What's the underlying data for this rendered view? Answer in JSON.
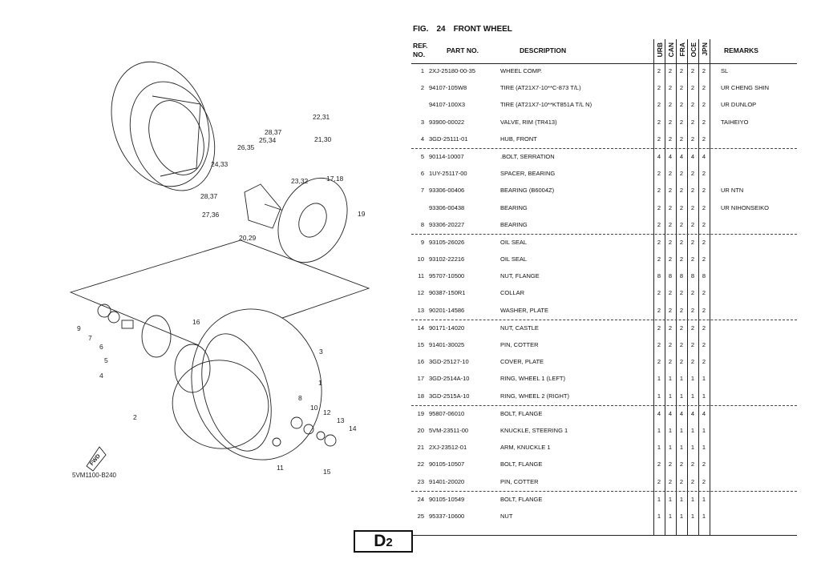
{
  "figure": {
    "label": "FIG.",
    "number": "24",
    "title": "FRONT WHEEL"
  },
  "diagram": {
    "code": "5VM1100-B240",
    "fwd_label": "FWD",
    "callouts": [
      "22,31",
      "21,30",
      "28,37",
      "25,34",
      "26,35",
      "24,33",
      "23,32",
      "17,18",
      "28,37",
      "27,36",
      "20,29",
      "19",
      "16",
      "3",
      "1",
      "2",
      "9",
      "7",
      "6",
      "5",
      "4",
      "8",
      "10",
      "12",
      "13",
      "14",
      "11",
      "15"
    ]
  },
  "table": {
    "headers": {
      "ref_line1": "REF.",
      "ref_line2": "NO.",
      "part": "PART NO.",
      "desc": "DESCRIPTION",
      "remarks": "REMARKS"
    },
    "codes": [
      "URB",
      "CAN",
      "FRA",
      "OCE",
      "JPN"
    ],
    "rows": [
      {
        "ref": "1",
        "part": "2XJ-25180-00-35",
        "desc": "WHEEL COMP.",
        "q": [
          "2",
          "2",
          "2",
          "2",
          "2"
        ],
        "rem": "SL"
      },
      {
        "ref": "2",
        "part": "94107-105W8",
        "desc": "TIRE (AT21X7-10**C-873 T/L)",
        "q": [
          "2",
          "2",
          "2",
          "2",
          "2"
        ],
        "rem": "UR CHENG SHIN"
      },
      {
        "ref": "",
        "part": "94107-100X3",
        "desc": "TIRE (AT21X7-10**KT851A T/L N)",
        "q": [
          "2",
          "2",
          "2",
          "2",
          "2"
        ],
        "rem": "UR DUNLOP"
      },
      {
        "ref": "3",
        "part": "93900-00022",
        "desc": "VALVE, RIM (TR413)",
        "q": [
          "2",
          "2",
          "2",
          "2",
          "2"
        ],
        "rem": "TAIHEIYO"
      },
      {
        "ref": "4",
        "part": "3GD-25111-01",
        "desc": "HUB, FRONT",
        "q": [
          "2",
          "2",
          "2",
          "2",
          "2"
        ],
        "rem": ""
      },
      {
        "ref": "5",
        "part": "90114-10007",
        "desc": ".BOLT, SERRATION",
        "q": [
          "4",
          "4",
          "4",
          "4",
          "4"
        ],
        "rem": ""
      },
      {
        "ref": "6",
        "part": "1UY-25117-00",
        "desc": "SPACER, BEARING",
        "q": [
          "2",
          "2",
          "2",
          "2",
          "2"
        ],
        "rem": ""
      },
      {
        "ref": "7",
        "part": "93306-00406",
        "desc": "BEARING (B6004Z)",
        "q": [
          "2",
          "2",
          "2",
          "2",
          "2"
        ],
        "rem": "UR NTN"
      },
      {
        "ref": "",
        "part": "93306-00438",
        "desc": "BEARING",
        "q": [
          "2",
          "2",
          "2",
          "2",
          "2"
        ],
        "rem": "UR NIHONSEIKO"
      },
      {
        "ref": "8",
        "part": "93306-20227",
        "desc": "BEARING",
        "q": [
          "2",
          "2",
          "2",
          "2",
          "2"
        ],
        "rem": ""
      },
      {
        "ref": "9",
        "part": "93105-26026",
        "desc": "OIL SEAL",
        "q": [
          "2",
          "2",
          "2",
          "2",
          "2"
        ],
        "rem": ""
      },
      {
        "ref": "10",
        "part": "93102-22216",
        "desc": "OIL SEAL",
        "q": [
          "2",
          "2",
          "2",
          "2",
          "2"
        ],
        "rem": ""
      },
      {
        "ref": "11",
        "part": "95707-10500",
        "desc": "NUT, FLANGE",
        "q": [
          "8",
          "8",
          "8",
          "8",
          "8"
        ],
        "rem": ""
      },
      {
        "ref": "12",
        "part": "90387-150R1",
        "desc": "COLLAR",
        "q": [
          "2",
          "2",
          "2",
          "2",
          "2"
        ],
        "rem": ""
      },
      {
        "ref": "13",
        "part": "90201-14586",
        "desc": "WASHER, PLATE",
        "q": [
          "2",
          "2",
          "2",
          "2",
          "2"
        ],
        "rem": ""
      },
      {
        "ref": "14",
        "part": "90171-14020",
        "desc": "NUT, CASTLE",
        "q": [
          "2",
          "2",
          "2",
          "2",
          "2"
        ],
        "rem": ""
      },
      {
        "ref": "15",
        "part": "91401-30025",
        "desc": "PIN, COTTER",
        "q": [
          "2",
          "2",
          "2",
          "2",
          "2"
        ],
        "rem": ""
      },
      {
        "ref": "16",
        "part": "3GD-25127-10",
        "desc": "COVER, PLATE",
        "q": [
          "2",
          "2",
          "2",
          "2",
          "2"
        ],
        "rem": ""
      },
      {
        "ref": "17",
        "part": "3GD-2514A-10",
        "desc": "RING, WHEEL 1 (LEFT)",
        "q": [
          "1",
          "1",
          "1",
          "1",
          "1"
        ],
        "rem": ""
      },
      {
        "ref": "18",
        "part": "3GD-2515A-10",
        "desc": "RING, WHEEL 2 (RIGHT)",
        "q": [
          "1",
          "1",
          "1",
          "1",
          "1"
        ],
        "rem": ""
      },
      {
        "ref": "19",
        "part": "95807-06010",
        "desc": "BOLT, FLANGE",
        "q": [
          "4",
          "4",
          "4",
          "4",
          "4"
        ],
        "rem": ""
      },
      {
        "ref": "20",
        "part": "5VM-23511-00",
        "desc": "KNUCKLE, STEERING 1",
        "q": [
          "1",
          "1",
          "1",
          "1",
          "1"
        ],
        "rem": ""
      },
      {
        "ref": "21",
        "part": "2XJ-23512-01",
        "desc": "ARM, KNUCKLE 1",
        "q": [
          "1",
          "1",
          "1",
          "1",
          "1"
        ],
        "rem": ""
      },
      {
        "ref": "22",
        "part": "90105-10507",
        "desc": "BOLT, FLANGE",
        "q": [
          "2",
          "2",
          "2",
          "2",
          "2"
        ],
        "rem": ""
      },
      {
        "ref": "23",
        "part": "91401-20020",
        "desc": "PIN, COTTER",
        "q": [
          "2",
          "2",
          "2",
          "2",
          "2"
        ],
        "rem": ""
      },
      {
        "ref": "24",
        "part": "90105-10549",
        "desc": "BOLT, FLANGE",
        "q": [
          "1",
          "1",
          "1",
          "1",
          "1"
        ],
        "rem": ""
      },
      {
        "ref": "25",
        "part": "95337-10600",
        "desc": "NUT",
        "q": [
          "1",
          "1",
          "1",
          "1",
          "1"
        ],
        "rem": ""
      }
    ]
  },
  "page": {
    "letter": "D",
    "number": "2"
  }
}
